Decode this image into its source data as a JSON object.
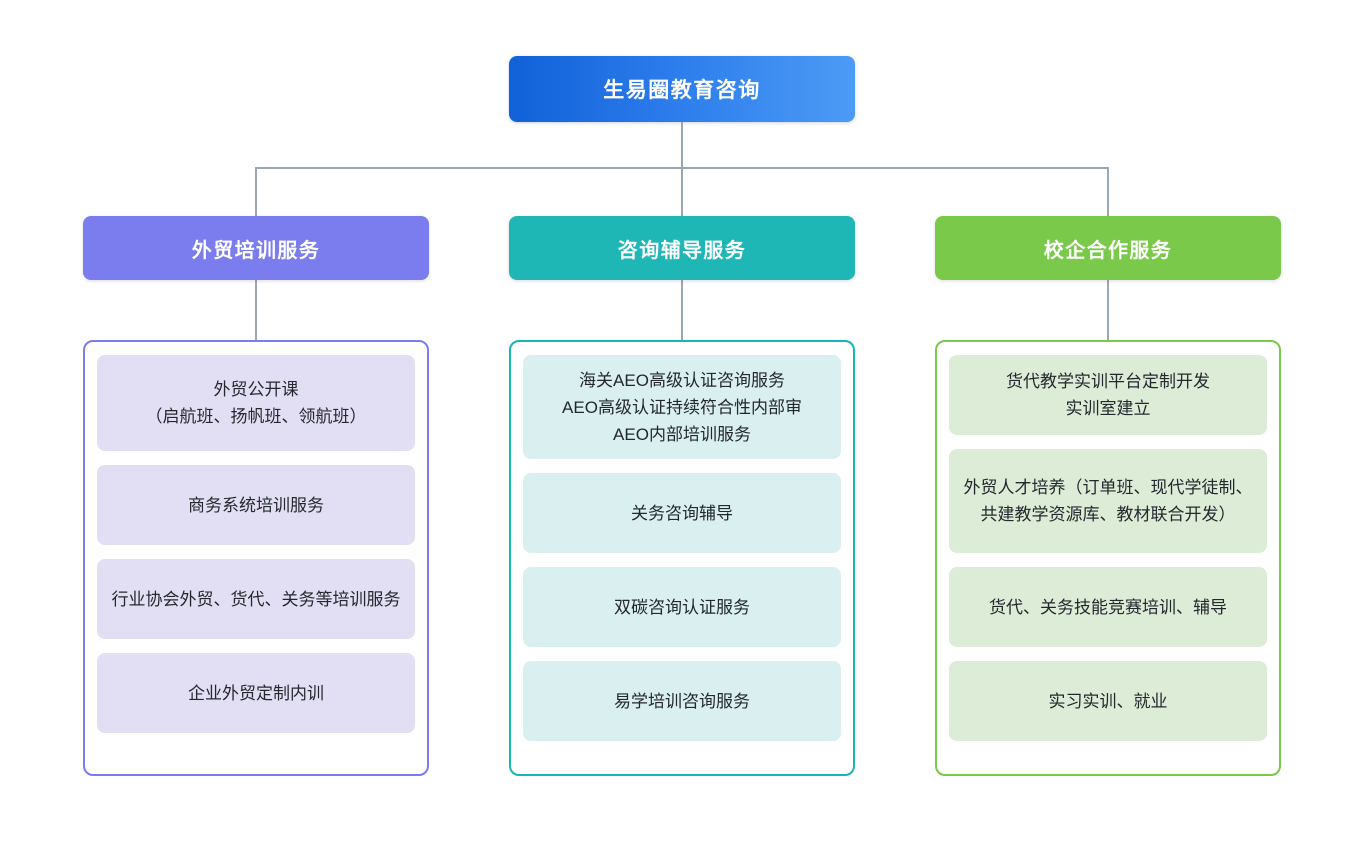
{
  "diagram": {
    "type": "organization-tree",
    "root": {
      "label": "生易圈教育咨询",
      "color": "#2b7bec"
    },
    "branches": [
      {
        "label": "外贸培训服务",
        "color": "#7b7ced",
        "leaf_fill": "#e2dff4",
        "items": [
          "外贸公开课\n（启航班、扬帆班、领航班）",
          "商务系统培训服务",
          "行业协会外贸、货代、关务等培训服务",
          "企业外贸定制内训"
        ]
      },
      {
        "label": "咨询辅导服务",
        "color": "#1fb6b6",
        "leaf_fill": "#d9eff0",
        "items": [
          "海关AEO高级认证咨询服务\nAEO高级认证持续符合性内部审\nAEO内部培训服务",
          "关务咨询辅导",
          "双碳咨询认证服务",
          "易学培训咨询服务"
        ]
      },
      {
        "label": "校企合作服务",
        "color": "#7ac94b",
        "leaf_fill": "#dcecd6",
        "items": [
          "货代教学实训平台定制开发\n实训室建立",
          "外贸人才培养（订单班、现代学徒制、共建教学资源库、教材联合开发）",
          "货代、关务技能竞赛培训、辅导",
          "实习实训、就业"
        ]
      }
    ],
    "connector_color": "#9aa7b5"
  }
}
